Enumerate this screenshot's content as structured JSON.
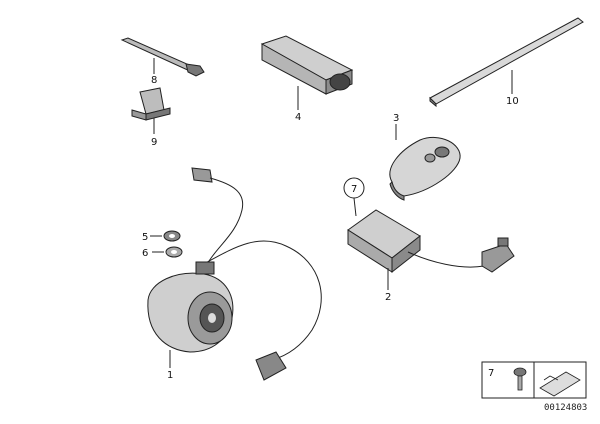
{
  "callouts": {
    "p1": "1",
    "p2": "2",
    "p3": "3",
    "p4": "4",
    "p5": "5",
    "p6": "6",
    "p7": "7",
    "p8": "8",
    "p9": "9",
    "p10": "10"
  },
  "legend_box": {
    "label": "7"
  },
  "reference_number": "00124803"
}
